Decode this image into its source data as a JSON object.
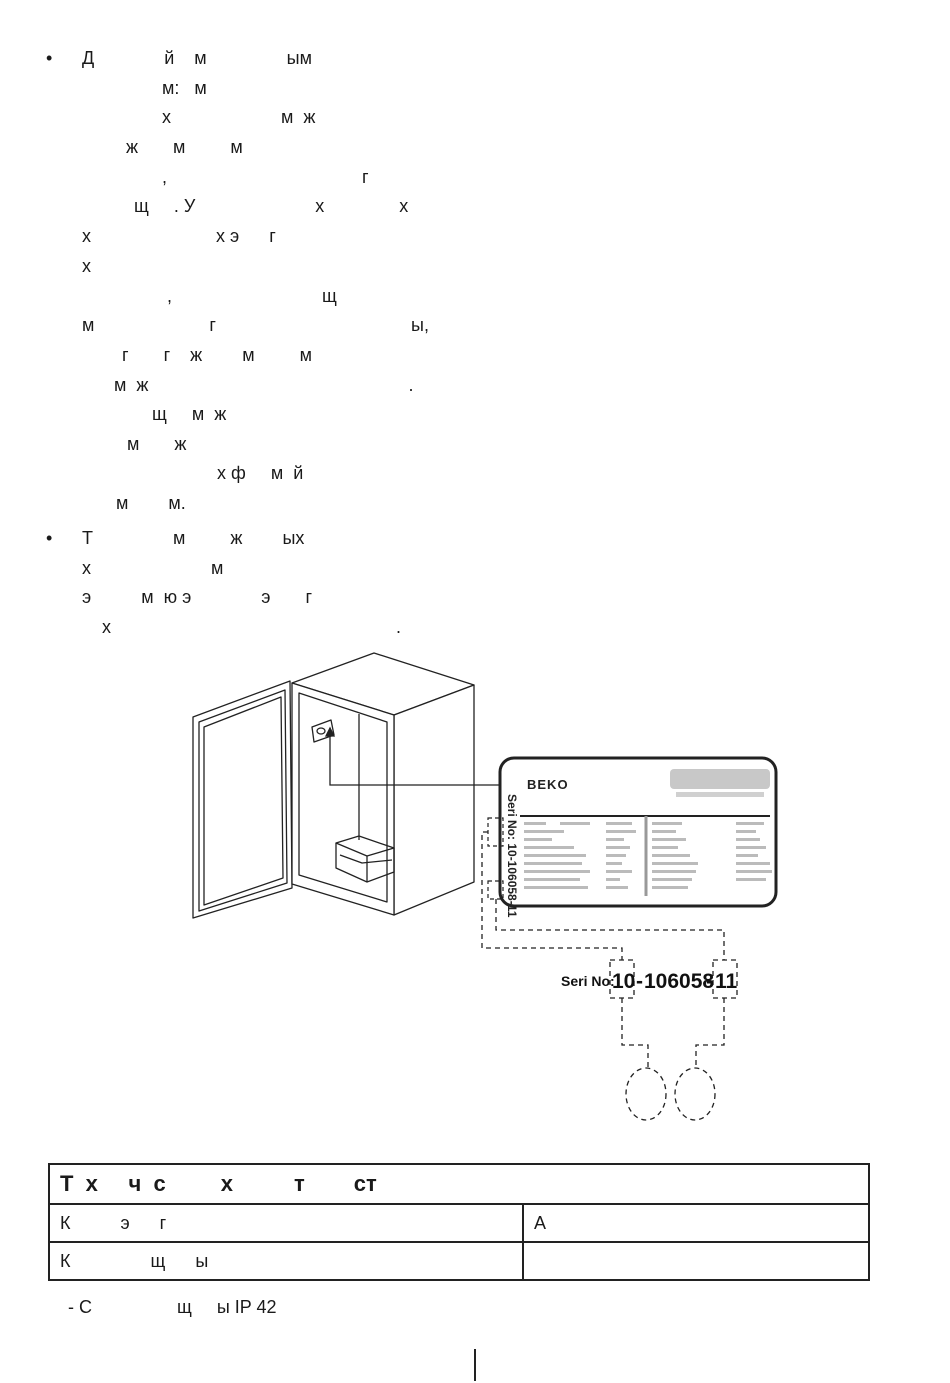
{
  "body_lines": [
    "Д              й    м                ым",
    "                м:   м",
    "                х                      м  ж",
    "ж       м         м",
    "                ,                                       г",
    "щ     . У                        х               х",
    "х                         х э      г",
    "х",
    "                 ,                              щ",
    "м                       г                                       ы,",
    "        г       г    ж        м         м",
    "м  ж                                                    .",
    "              щ     м  ж",
    "         м       ж",
    "                           х ф     м  й",
    "м        м.",
    "Т                м         ж        ых",
    "х                        м",
    "э          м  ю э              э       г",
    "х                                                         ."
  ],
  "bullets": [
    "•",
    "•"
  ],
  "label": {
    "brand": "BEKO",
    "serial_vertical": "Seri No: 10-106058-11"
  },
  "serial": {
    "prefix": "Seri No:",
    "part1": "10",
    "dash1": "-",
    "part2": "106058",
    "dash2": "-",
    "part3": "11"
  },
  "table": {
    "header": "Т  х     ч  с         х          т        ст",
    "rows": [
      {
        "label": "К          э      г",
        "value": "А"
      },
      {
        "label": "К                щ      ы",
        "value": ""
      }
    ]
  },
  "footnote": "- С                 щ     ы IP 42"
}
